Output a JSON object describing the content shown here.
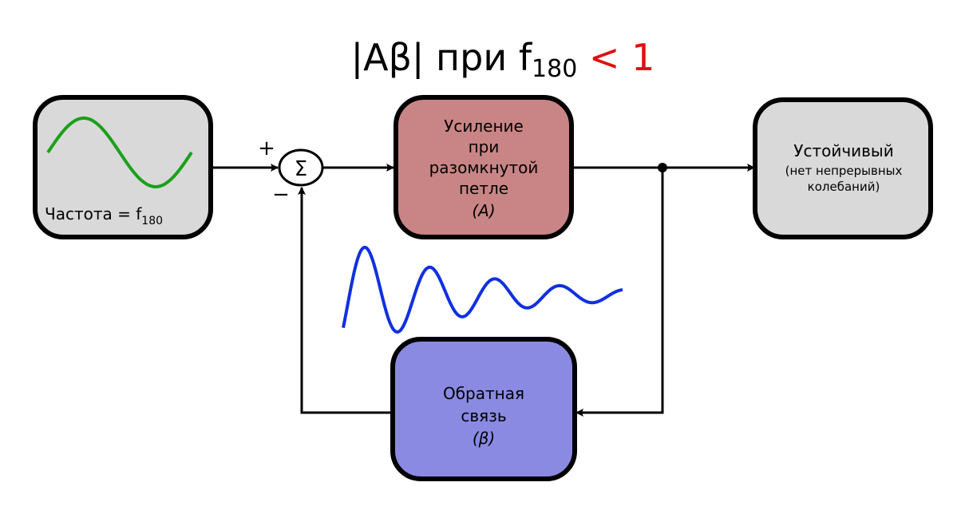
{
  "title": {
    "lhs": "|Aβ| при f",
    "subscript": "180",
    "rhs": " < 1",
    "rhs_color": "#e01010"
  },
  "input_box": {
    "label": "Частота = f",
    "subscript": "180",
    "wave_color": "#1aa01a",
    "fill": "#d9d9d9"
  },
  "summing_junction": {
    "symbol": "Σ",
    "plus": "+",
    "minus": "−"
  },
  "gain_box": {
    "lines": [
      "Усиление",
      "при",
      "разомкнутой",
      "петле",
      "(A)"
    ],
    "fill": "#c98585"
  },
  "feedback_box": {
    "lines": [
      "Обратная",
      "связь",
      "(β)"
    ],
    "fill": "#8a8ae2"
  },
  "output_box": {
    "title": "Устойчивый",
    "lines": [
      "(нет непрерывных",
      "колебаний)"
    ],
    "fill": "#d9d9d9"
  },
  "damped_wave": {
    "color": "#1030e0"
  }
}
